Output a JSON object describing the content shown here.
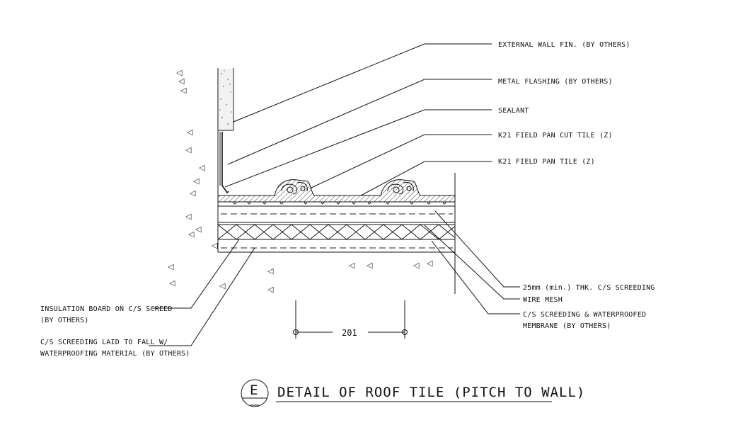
{
  "drawing": {
    "labels": {
      "external_wall": "EXTERNAL WALL FIN. (BY OTHERS)",
      "metal_flashing": "METAL FLASHING (BY OTHERS)",
      "sealant": "SEALANT",
      "cut_tile": "K21 FIELD PAN CUT TILE (Z)",
      "pan_tile": "K21 FIELD PAN TILE (Z)",
      "screeding": "25mm (min.) THK. C/S SCREEDING",
      "wire_mesh": "WIRE MESH",
      "membrane_1": "C/S SCREEDING & WATERPROOFED",
      "membrane_2": "MEMBRANE (BY OTHERS)",
      "insulation_1": "INSULATION BOARD ON C/S SCREED",
      "insulation_2": "(BY OTHERS)",
      "screed_fall_1": "C/S SCREEDING LAID TO FALL W/",
      "screed_fall_2": "WATERPROOFING MATERIAL (BY OTHERS)"
    },
    "dimension": "201",
    "title": {
      "marker_letter": "E",
      "text": "DETAIL OF ROOF TILE (PITCH TO WALL)"
    },
    "colors": {
      "ink": "#111111",
      "paper": "#ffffff"
    }
  }
}
